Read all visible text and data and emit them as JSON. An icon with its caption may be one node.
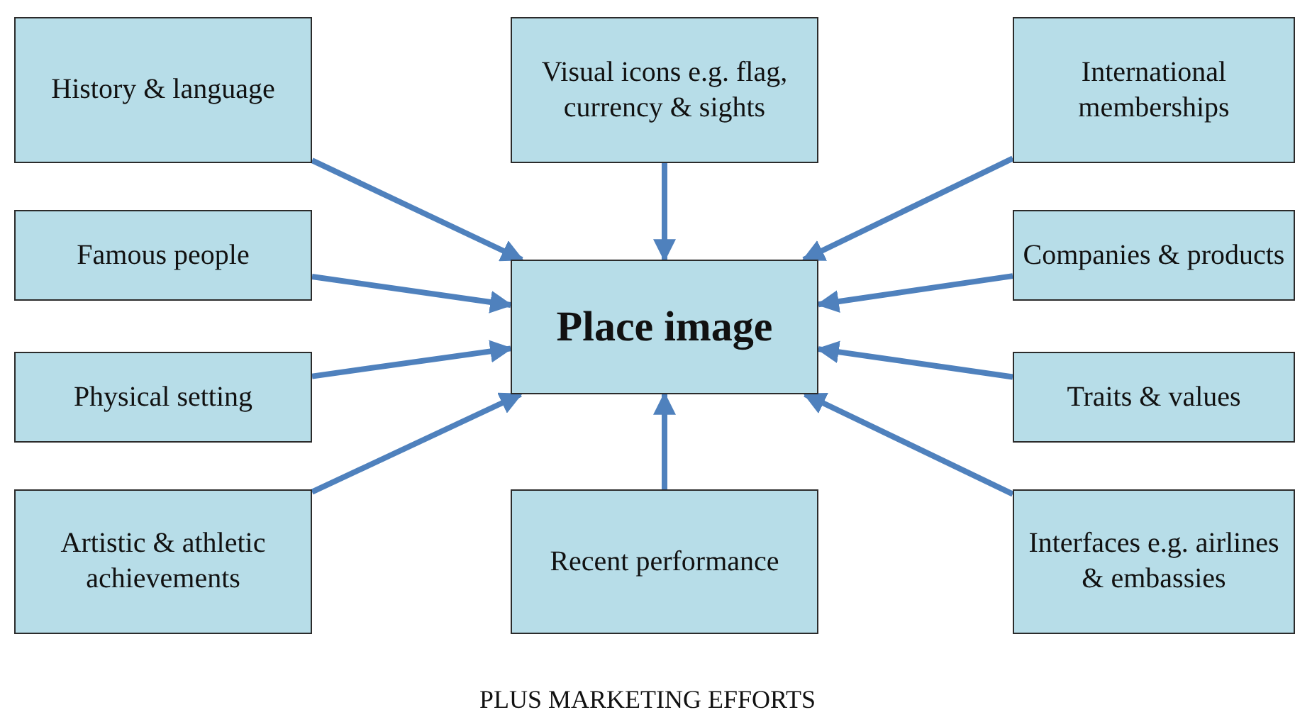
{
  "diagram": {
    "caption": "PLUS MARKETING EFFORTS",
    "nodes": [
      {
        "text": [
          "History & language"
        ]
      },
      {
        "text": [
          "Visual icons e.g. flag, currency & sights"
        ]
      },
      {
        "text": [
          "International memberships"
        ]
      },
      {
        "text": [
          "Famous people"
        ]
      },
      {
        "text": [
          "Place image"
        ]
      },
      {
        "text": [
          "Companies & products"
        ]
      },
      {
        "text": [
          "Physical setting"
        ]
      },
      {
        "text": [
          "Traits & values"
        ]
      },
      {
        "text": [
          "Artistic & athletic achievements"
        ]
      },
      {
        "text": [
          "Recent performance"
        ]
      },
      {
        "text": [
          "Interfaces e.g. airlines & embassies"
        ]
      }
    ],
    "edges": [
      {
        "from": 0,
        "to": 4,
        "arrow": "to"
      },
      {
        "from": 1,
        "to": 4,
        "arrow": "to"
      },
      {
        "from": 2,
        "to": 4,
        "arrow": "to"
      },
      {
        "from": 3,
        "to": 4,
        "arrow": "to"
      },
      {
        "from": 5,
        "to": 4,
        "arrow": "to"
      },
      {
        "from": 6,
        "to": 4,
        "arrow": "to"
      },
      {
        "from": 7,
        "to": 4,
        "arrow": "to"
      },
      {
        "from": 8,
        "to": 4,
        "arrow": "to"
      },
      {
        "from": 9,
        "to": 4,
        "arrow": "to"
      },
      {
        "from": 10,
        "to": 4,
        "arrow": "to"
      }
    ]
  }
}
